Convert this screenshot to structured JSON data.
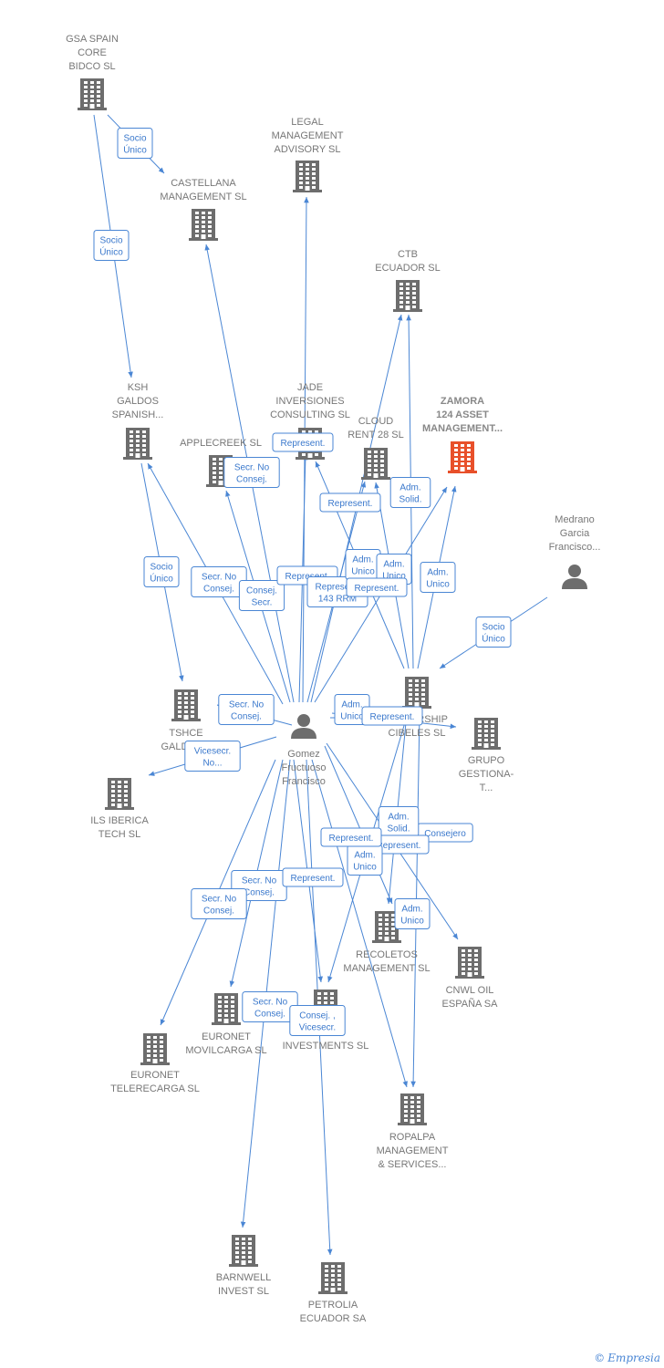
{
  "nodes": [
    {
      "id": "gsa",
      "type": "company",
      "lines": [
        "GSA SPAIN",
        "CORE",
        "BIDCO  SL"
      ]
    },
    {
      "id": "legal",
      "type": "company",
      "lines": [
        "LEGAL",
        "MANAGEMENT",
        "ADVISORY  SL"
      ]
    },
    {
      "id": "castellana",
      "type": "company",
      "lines": [
        "CASTELLANA",
        "MANAGEMENT SL"
      ]
    },
    {
      "id": "ctb",
      "type": "company",
      "lines": [
        "CTB",
        "ECUADOR  SL"
      ]
    },
    {
      "id": "ksh",
      "type": "company",
      "lines": [
        "KSH",
        "GALDOS",
        "SPANISH..."
      ]
    },
    {
      "id": "jade",
      "type": "company",
      "lines": [
        "JADE",
        "INVERSIONES",
        "CONSULTING SL"
      ]
    },
    {
      "id": "cloud",
      "type": "company",
      "lines": [
        "CLOUD",
        "RENT 28  SL"
      ]
    },
    {
      "id": "zamora",
      "type": "company",
      "highlight": true,
      "lines": [
        "ZAMORA",
        "124 ASSET",
        "MANAGEMENT..."
      ]
    },
    {
      "id": "applecreek",
      "type": "company",
      "lines": [
        "APPLECREEK SL"
      ]
    },
    {
      "id": "medrano",
      "type": "person",
      "lines": [
        "Medrano",
        "Garcia",
        "Francisco..."
      ]
    },
    {
      "id": "tshce",
      "type": "company",
      "lines": [
        "TSHCE",
        "GALDOS..."
      ]
    },
    {
      "id": "gomez",
      "type": "person",
      "lines": [
        "Gomez",
        "Fructuoso",
        "Francisco"
      ]
    },
    {
      "id": "ownership",
      "type": "company",
      "lines": [
        "OWNERSHIP",
        "CIBELES SL"
      ]
    },
    {
      "id": "grupo",
      "type": "company",
      "lines": [
        "GRUPO",
        "GESTIONA-",
        "T..."
      ]
    },
    {
      "id": "ils",
      "type": "company",
      "lines": [
        "ILS IBERICA",
        "TECH  SL"
      ]
    },
    {
      "id": "recoletos",
      "type": "company",
      "lines": [
        "RECOLETOS",
        "MANAGEMENT SL"
      ]
    },
    {
      "id": "cnwl",
      "type": "company",
      "lines": [
        "CNWL OIL",
        "ESPAÑA SA"
      ]
    },
    {
      "id": "movilcarga",
      "type": "company",
      "lines": [
        "EURONET",
        "MOVILCARGA SL"
      ]
    },
    {
      "id": "investments",
      "type": "company",
      "lines": [
        "INVESTMENTS SL"
      ]
    },
    {
      "id": "telerecarga",
      "type": "company",
      "lines": [
        "EURONET",
        "TELERECARGA SL"
      ]
    },
    {
      "id": "ropalpa",
      "type": "company",
      "lines": [
        "ROPALPA",
        "MANAGEMENT",
        "& SERVICES..."
      ]
    },
    {
      "id": "barnwell",
      "type": "company",
      "lines": [
        "BARNWELL",
        "INVEST  SL"
      ]
    },
    {
      "id": "petrolia",
      "type": "company",
      "lines": [
        "PETROLIA",
        "ECUADOR SA"
      ]
    }
  ],
  "edges": [
    {
      "from": "gsa",
      "to": "castellana",
      "label": [
        "Socio",
        "Único"
      ]
    },
    {
      "from": "gsa",
      "to": "ksh",
      "label": [
        "Socio",
        "Único"
      ]
    },
    {
      "from": "ksh",
      "to": "tshce",
      "label": [
        "Socio",
        "Único"
      ]
    },
    {
      "from": "medrano",
      "to": "ownership",
      "label": [
        "Socio",
        "Único"
      ]
    },
    {
      "from": "gomez",
      "to": "applecreek",
      "label": [
        "Secr.  No",
        "Consej."
      ]
    },
    {
      "from": "gomez",
      "to": "ksh",
      "label": [
        "Secr.  No",
        "Consej."
      ]
    },
    {
      "from": "gomez",
      "to": "castellana",
      "label": [
        "Consej.",
        "Secr."
      ]
    },
    {
      "from": "gomez",
      "to": "jade",
      "label": [
        "Represent."
      ]
    },
    {
      "from": "gomez",
      "to": "legal",
      "label": [
        "Represent."
      ]
    },
    {
      "from": "gomez",
      "to": "cloud",
      "label": [
        "Represent."
      ]
    },
    {
      "from": "gomez",
      "to": "ctb",
      "label": [
        "Represent.",
        "143 RRM"
      ]
    },
    {
      "from": "gomez",
      "to": "zamora",
      "label": [
        "Adm.",
        "Solid."
      ]
    },
    {
      "from": "ownership",
      "to": "cloud",
      "label": [
        "Adm.",
        "Unico"
      ]
    },
    {
      "from": "ownership",
      "to": "ctb",
      "label": [
        "Adm.",
        "Unico"
      ]
    },
    {
      "from": "ownership",
      "to": "jade",
      "label": [
        "Represent."
      ]
    },
    {
      "from": "ownership",
      "to": "zamora",
      "label": [
        "Adm.",
        "Unico"
      ]
    },
    {
      "from": "gomez",
      "to": "tshce",
      "label": [
        "Secr.  No",
        "Consej."
      ]
    },
    {
      "from": "gomez",
      "to": "ils",
      "label": [
        "Vicesecr.",
        "No..."
      ]
    },
    {
      "from": "gomez",
      "to": "ownership",
      "label": [
        "Adm.",
        "Unico"
      ]
    },
    {
      "from": "gomez",
      "to": "grupo",
      "label": [
        "Represent."
      ]
    },
    {
      "from": "gomez",
      "to": "cnwl",
      "label": [
        "Consejero"
      ]
    },
    {
      "from": "gomez",
      "to": "recoletos",
      "label": [
        "Adm.",
        "Solid."
      ]
    },
    {
      "from": "ownership",
      "to": "recoletos",
      "label": [
        "Represent."
      ]
    },
    {
      "from": "gomez",
      "to": "movilcarga",
      "label": [
        "Secr.  No",
        "Consej."
      ]
    },
    {
      "from": "gomez",
      "to": "telerecarga",
      "label": [
        "Secr.  No",
        "Consej."
      ]
    },
    {
      "from": "gomez",
      "to": "investments",
      "label": [
        "Represent."
      ]
    },
    {
      "from": "ownership",
      "to": "investments",
      "label": [
        "Adm.",
        "Unico"
      ]
    },
    {
      "from": "ownership",
      "to": "ropalpa",
      "label": [
        "Adm.",
        "Unico"
      ]
    },
    {
      "from": "gomez",
      "to": "ropalpa",
      "label": [
        "Represent."
      ]
    },
    {
      "from": "gomez",
      "to": "barnwell",
      "label": [
        "Secr.  No",
        "Consej."
      ]
    },
    {
      "from": "gomez",
      "to": "petrolia",
      "label": [
        "Consej. ,",
        "Vicesecr."
      ]
    }
  ],
  "footer": {
    "copyright": "©",
    "brand": "Empresia"
  }
}
